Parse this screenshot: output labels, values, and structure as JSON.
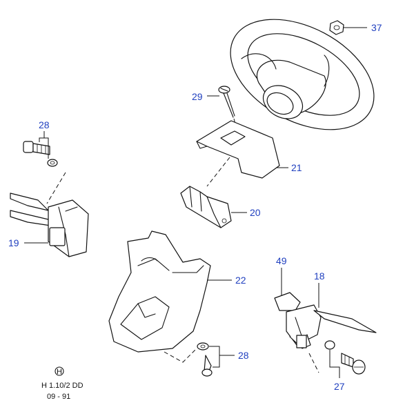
{
  "colors": {
    "callout": "#1f3fbf",
    "line": "#111111"
  },
  "callouts": {
    "c37": "37",
    "c29": "29",
    "c21": "21",
    "c20": "20",
    "c28a": "28",
    "c19": "19",
    "c22": "22",
    "c49": "49",
    "c18": "18",
    "c28b": "28",
    "c27": "27"
  },
  "footer": {
    "line1": "H 1.10/2 DD",
    "line2": "09 - 91"
  }
}
